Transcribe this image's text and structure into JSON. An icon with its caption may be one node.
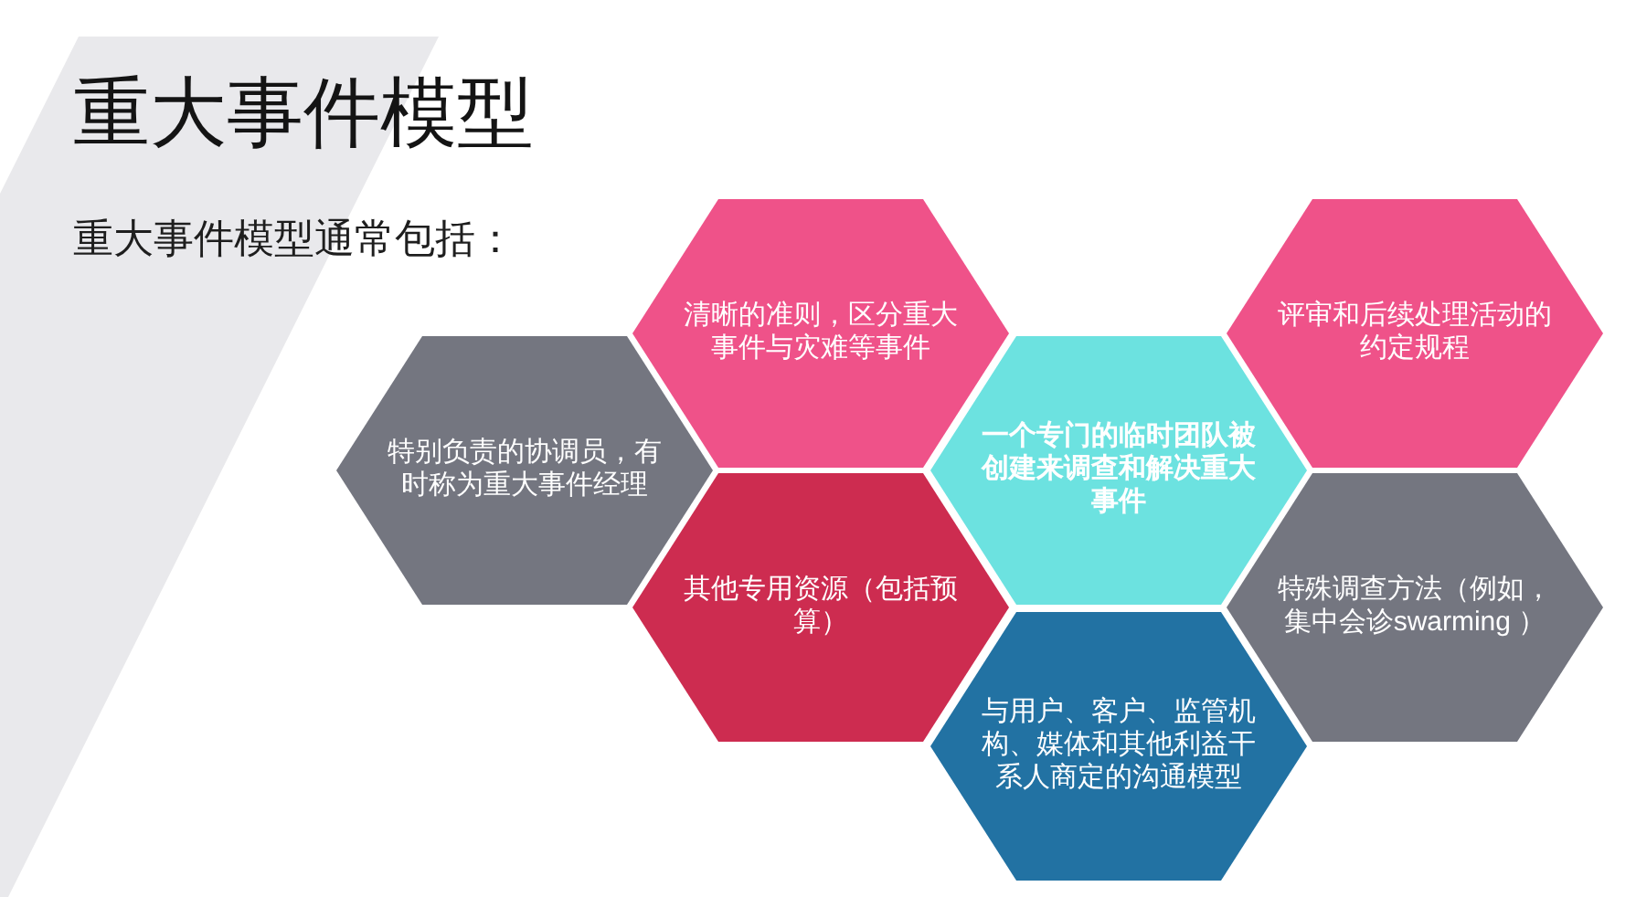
{
  "diagram": {
    "title": "重大事件模型",
    "nodes": [
      {
        "text": [
          "清晰的准则，区分重大事件与灾难等事件"
        ]
      },
      {
        "text": [
          "评审和后续处理活动的约定规程"
        ]
      },
      {
        "text": [
          "特别负责的协调员，有时称为重大事件经理"
        ]
      },
      {
        "text": [
          "一个专门的临时团队被创建来调查和解决重大事件"
        ]
      },
      {
        "text": [
          "其他专用资源（包括预算）"
        ]
      },
      {
        "text": [
          "特殊调查方法（例如，集中会诊swarming ）"
        ]
      },
      {
        "text": [
          "与用户、客户、监管机构、媒体和其他利益干系人商定的沟通模型"
        ]
      }
    ],
    "labels": [
      "重大事件模型通常包括："
    ]
  }
}
